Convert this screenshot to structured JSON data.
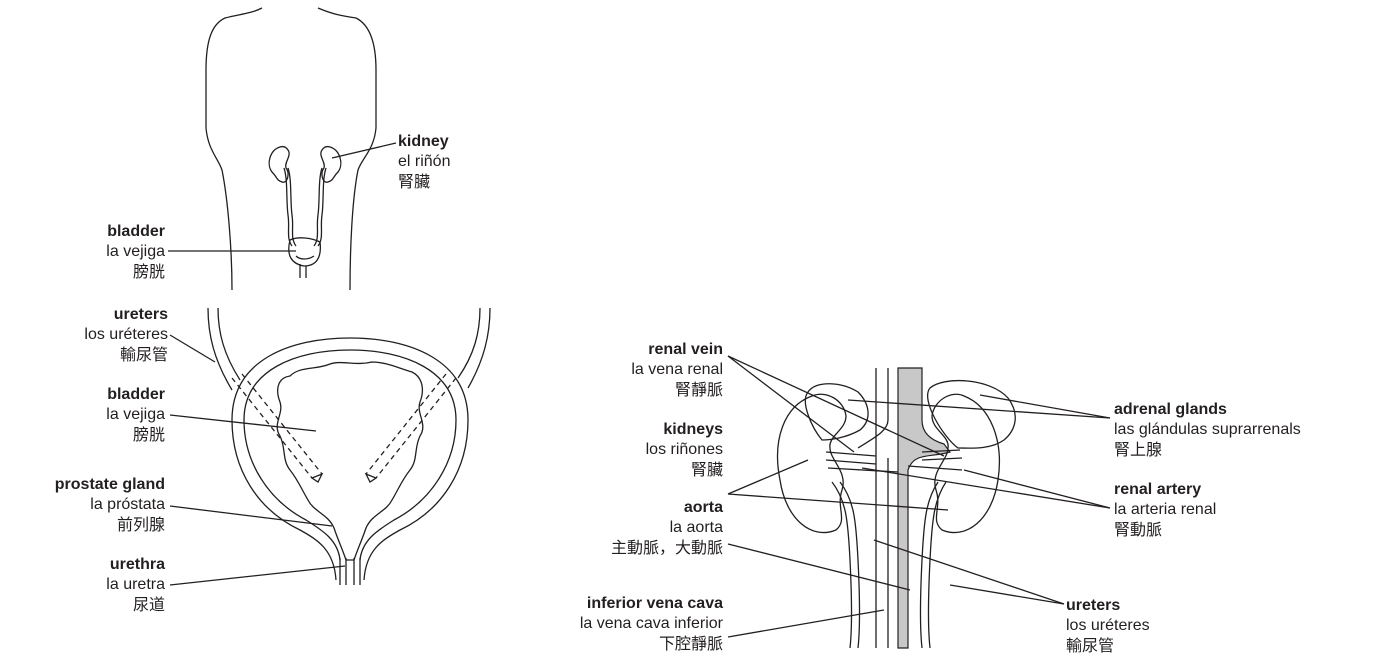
{
  "labels": {
    "kidney_top": {
      "en": "kidney",
      "es": "el riñón",
      "zh": "腎臟"
    },
    "bladder_top": {
      "en": "bladder",
      "es": "la vejiga",
      "zh": "膀胱"
    },
    "ureters_left": {
      "en": "ureters",
      "es": "los uréteres",
      "zh": "輸尿管"
    },
    "bladder_mid": {
      "en": "bladder",
      "es": "la vejiga",
      "zh": "膀胱"
    },
    "prostate": {
      "en": "prostate gland",
      "es": "la próstata",
      "zh": "前列腺"
    },
    "urethra": {
      "en": "urethra",
      "es": "la uretra",
      "zh": "尿道"
    },
    "renal_vein": {
      "en": "renal vein",
      "es": "la vena renal",
      "zh": "腎靜脈"
    },
    "kidneys": {
      "en": "kidneys",
      "es": "los riñones",
      "zh": "腎臟"
    },
    "aorta": {
      "en": "aorta",
      "es": "la aorta",
      "zh": "主動脈，大動脈"
    },
    "ivc": {
      "en": "inferior vena cava",
      "es": "la vena cava inferior",
      "zh": "下腔靜脈"
    },
    "adrenal": {
      "en": "adrenal glands",
      "es": "las glándulas suprarrenals",
      "zh": "腎上腺"
    },
    "renal_artery": {
      "en": "renal artery",
      "es": "la arteria renal",
      "zh": "腎動脈"
    },
    "ureters_right": {
      "en": "ureters",
      "es": "los uréteres",
      "zh": "輸尿管"
    }
  },
  "colors": {
    "line": "#231f20",
    "vessel_fill": "#c8c8c8"
  }
}
